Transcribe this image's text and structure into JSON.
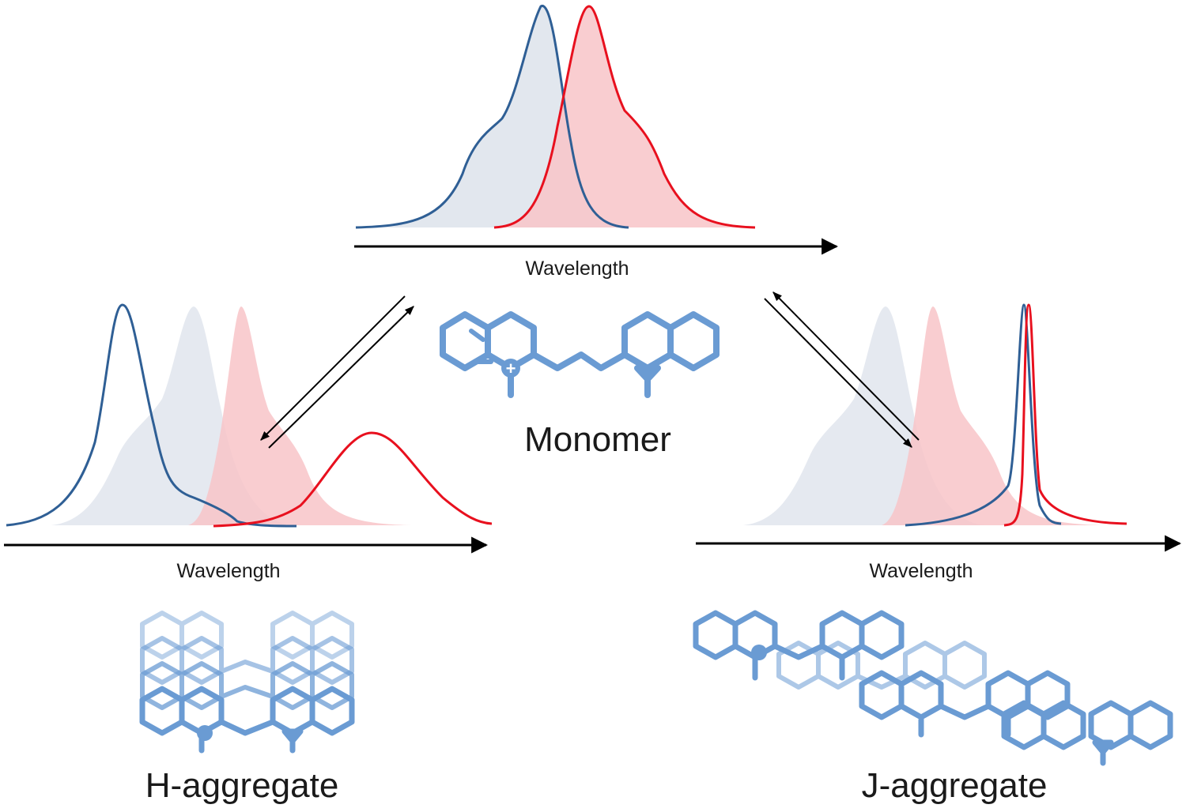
{
  "axis_label": "Wavelength",
  "labels": {
    "monomer": "Monomer",
    "h_aggregate": "H-aggregate",
    "j_aggregate": "J-aggregate"
  },
  "colors": {
    "absorption": "#2f5f95",
    "absorption_fill": "#e2e7ee",
    "emission": "#e8101e",
    "emission_fill": "#f9cfd2",
    "molecule": "#6a9bd3",
    "axis": "#000000"
  },
  "charge_symbol": "+"
}
